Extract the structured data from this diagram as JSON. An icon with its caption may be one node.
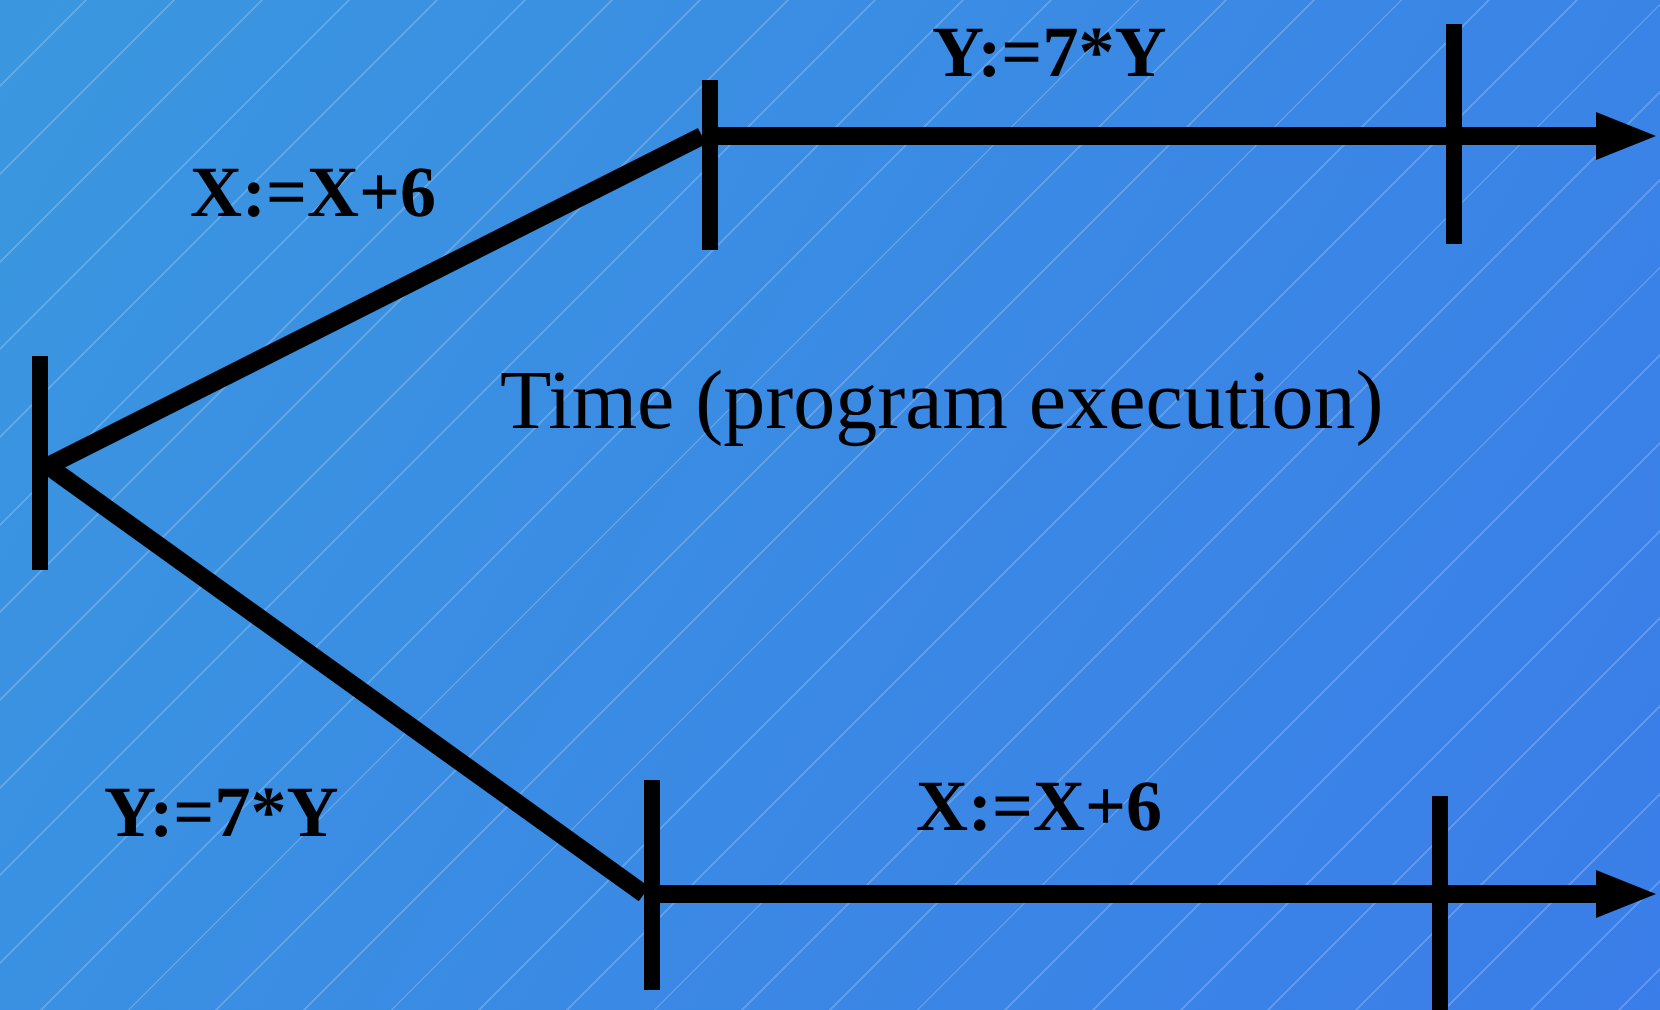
{
  "diagram": {
    "nodes": [
      {
        "text": [],
        "shape": "bar"
      },
      {
        "text": [],
        "shape": "bar"
      },
      {
        "text": [],
        "shape": "bar"
      },
      {
        "text": [],
        "shape": "bar"
      },
      {
        "text": [],
        "shape": "bar"
      }
    ],
    "edges": [
      {
        "from": 0,
        "to": 1,
        "arrow": "none",
        "label": "X:=X+6"
      },
      {
        "from": 1,
        "to": 2,
        "arrow": "none",
        "label": "Y:=7*Y"
      },
      {
        "from": 2,
        "to": null,
        "arrow": "to"
      },
      {
        "from": 0,
        "to": 3,
        "arrow": "none",
        "label": "Y:=7*Y"
      },
      {
        "from": 3,
        "to": 4,
        "arrow": "none",
        "label": "X:=X+6"
      },
      {
        "from": 4,
        "to": null,
        "arrow": "to"
      }
    ],
    "labels": [
      "Time (program execution)"
    ]
  }
}
